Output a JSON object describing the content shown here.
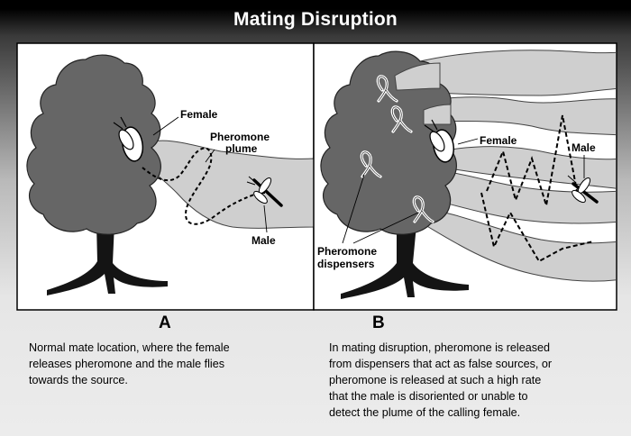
{
  "title": "Mating Disruption",
  "panel_a": {
    "letter": "A",
    "label_female": "Female",
    "label_plume_1": "Pheromone",
    "label_plume_2": "plume",
    "label_male": "Male",
    "caption_lines": [
      "Normal mate location, where the female",
      "releases pheromone and the male flies",
      "towards the source."
    ]
  },
  "panel_b": {
    "letter": "B",
    "label_female": "Female",
    "label_male": "Male",
    "label_dispensers_1": "Pheromone",
    "label_dispensers_2": "dispensers",
    "caption_lines": [
      "In mating disruption, pheromone is released",
      "from dispensers that act as false sources, or",
      "pheromone is released at such a high rate",
      "that the male is disoriented or unable to",
      "detect the plume of the calling female."
    ]
  },
  "colors": {
    "tree": "#666666",
    "plume": "#cfcfcf",
    "trunk": "#141414"
  }
}
